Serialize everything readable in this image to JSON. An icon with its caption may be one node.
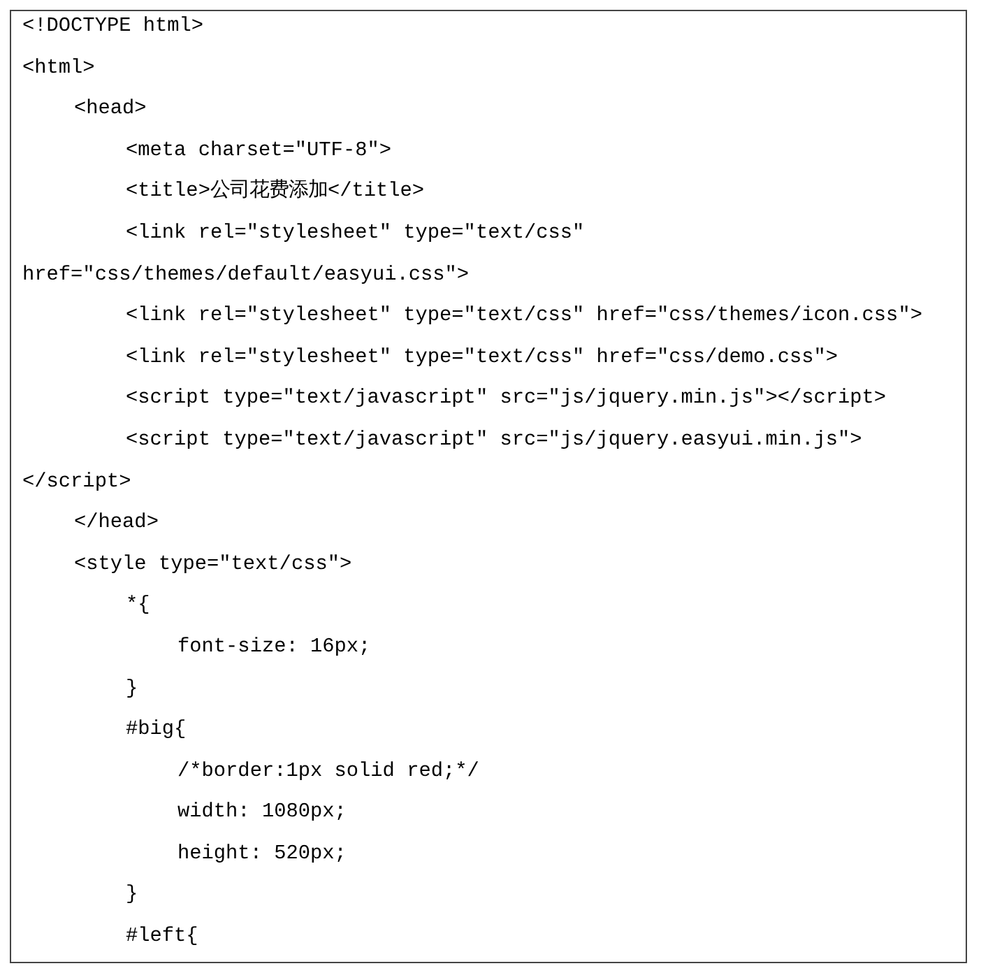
{
  "diagram": {
    "labels": [
      "<!DOCTYPE html>",
      "<html>",
      "<head>",
      "<meta charset=\"UTF-8\">",
      "<title>公司花费添加</title>",
      "<link rel=\"stylesheet\" type=\"text/css\" href=\"css/themes/default/easyui.css\">",
      "<link rel=\"stylesheet\" type=\"text/css\" href=\"css/themes/icon.css\">",
      "<link rel=\"stylesheet\" type=\"text/css\" href=\"css/demo.css\">",
      "<script type=\"text/javascript\" src=\"js/jquery.min.js\"></script>",
      "<script type=\"text/javascript\" src=\"js/jquery.easyui.min.js\"></script>",
      "</head>",
      "<style type=\"text/css\">",
      "*{",
      "font-size: 16px;",
      "}",
      "#big{",
      "/*border:1px solid red;*/",
      "width: 1080px;",
      "height: 520px;",
      "}",
      "#left{"
    ]
  }
}
